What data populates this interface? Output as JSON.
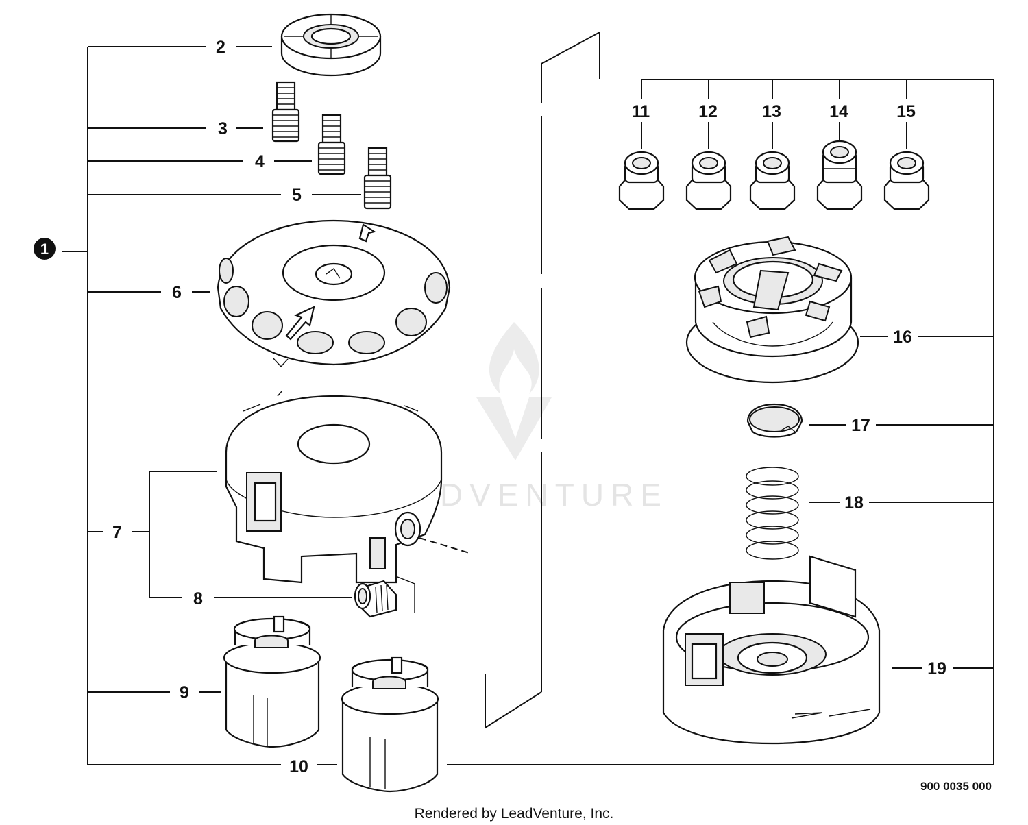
{
  "kit_callout": "1",
  "callouts": {
    "c2": "2",
    "c3": "3",
    "c4": "4",
    "c5": "5",
    "c6": "6",
    "c7": "7",
    "c8": "8",
    "c9": "9",
    "c10": "10",
    "c11": "11",
    "c12": "12",
    "c13": "13",
    "c14": "14",
    "c15": "15",
    "c16": "16",
    "c17": "17",
    "c18": "18",
    "c19": "19"
  },
  "diagram_code": "900 0035 000",
  "watermark": "LEADVENTURE",
  "credit": "Rendered by LeadVenture, Inc."
}
